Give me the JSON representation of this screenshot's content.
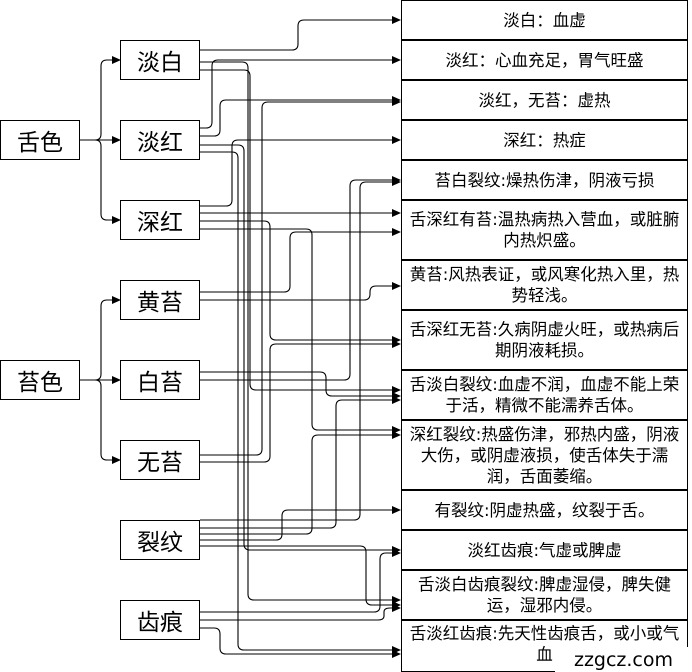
{
  "categories": [
    {
      "id": "tongue_color",
      "label": "舌色"
    },
    {
      "id": "coating_color",
      "label": "苔色"
    }
  ],
  "features": [
    {
      "id": "pale",
      "label": "淡白"
    },
    {
      "id": "light_red",
      "label": "淡红"
    },
    {
      "id": "deep_red",
      "label": "深红"
    },
    {
      "id": "yellow_coating",
      "label": "黄苔"
    },
    {
      "id": "white_coating",
      "label": "白苔"
    },
    {
      "id": "no_coating",
      "label": "无苔"
    },
    {
      "id": "fissure",
      "label": "裂纹"
    },
    {
      "id": "teeth_marks",
      "label": "齿痕"
    }
  ],
  "results": [
    {
      "id": "r1",
      "text": "淡白：血虚"
    },
    {
      "id": "r2",
      "text": "淡红：心血充足，胃气旺盛"
    },
    {
      "id": "r3",
      "text": "淡红，无苔：虚热"
    },
    {
      "id": "r4",
      "text": "深红：热症"
    },
    {
      "id": "r5",
      "text": "苔白裂纹:燥热伤津，阴液亏损"
    },
    {
      "id": "r6",
      "text": "舌深红有苔:温热病热入营血，或脏腑内热炽盛。"
    },
    {
      "id": "r7",
      "text": "黄苔:风热表证，或风寒化热入里，热势轻浅。"
    },
    {
      "id": "r8",
      "text": "舌深红无苔:久病阴虚火旺，或热病后期阴液耗损。"
    },
    {
      "id": "r9",
      "text": "舌淡白裂纹:血虚不润，血虚不能上荣于活，精微不能濡养舌体。"
    },
    {
      "id": "r10",
      "text": "深红裂纹:热盛伤津，邪热内盛，阴液大伤，或阴虚液损，使舌体失于濡润，舌面萎缩。"
    },
    {
      "id": "r11",
      "text": "有裂纹:阴虚热盛，纹裂于舌。"
    },
    {
      "id": "r12",
      "text": "淡红齿痕:气虚或脾虚"
    },
    {
      "id": "r13",
      "text": "舌淡白齿痕裂纹:脾虚湿侵，脾失健运，湿邪内侵。"
    },
    {
      "id": "r14",
      "text": "舌淡红齿痕:先天性齿痕舌，或小或气血"
    }
  ],
  "watermark": "zzgcz.com"
}
